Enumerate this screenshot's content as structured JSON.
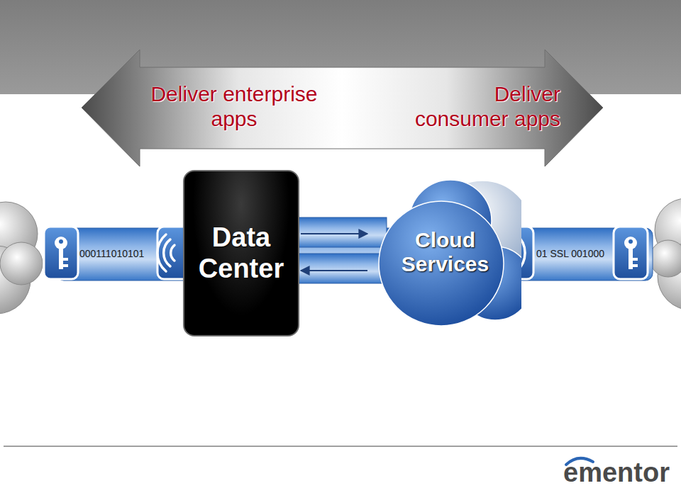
{
  "diagram": {
    "nodes": [
      {
        "text": [
          "Deliver enterprise apps",
          "Deliver consumer apps"
        ]
      },
      {
        "text": [
          "Data Center"
        ]
      },
      {
        "text": [
          "Cloud Services"
        ]
      }
    ],
    "edges": [
      {
        "from": 1,
        "to": 2,
        "arrow": "to"
      },
      {
        "from": 2,
        "to": 1,
        "arrow": "to"
      }
    ],
    "labels": [
      "000111010101",
      "01 SSL 001000",
      "ementor"
    ]
  }
}
